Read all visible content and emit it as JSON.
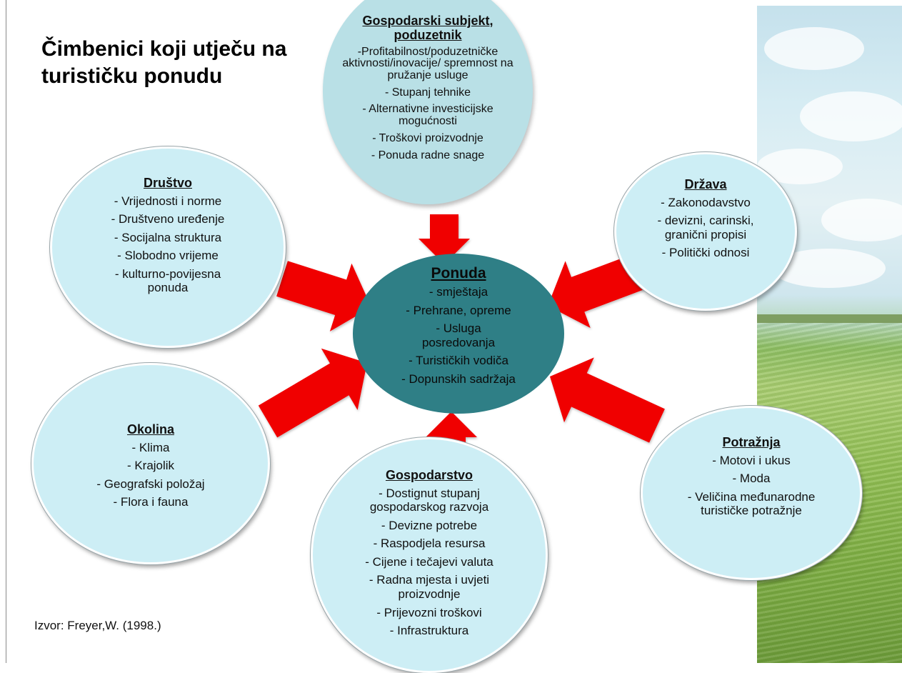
{
  "title": "Čimbenici koji utječu na turističku ponudu",
  "source": "Izvor: Freyer,W.  (1998.)",
  "colors": {
    "outer_ellipse": "#cdeef5",
    "top_ellipse": "#b9e0e6",
    "center_ellipse": "#2f7f86",
    "arrow": "#f00000"
  },
  "nodes": {
    "center": {
      "title": "Ponuda",
      "items": [
        "- smještaja",
        "- Prehrane, opreme",
        "- Usluga posredovanja",
        "- Turističkih vodiča",
        "- Dopunskih sadržaja"
      ]
    },
    "subjekt": {
      "title": "Gospodarski subjekt, poduzetnik",
      "items": [
        "-Profitabilnost/poduzetničke aktivnosti/inovacije/ spremnost na pružanje usluge",
        "- Stupanj tehnike",
        "- Alternativne investicijske mogućnosti",
        "- Troškovi proizvodnje",
        "- Ponuda radne snage"
      ]
    },
    "drustvo": {
      "title": "Društvo",
      "items": [
        "- Vrijednosti i norme",
        "- Društveno uređenje",
        "- Socijalna struktura",
        "- Slobodno vrijeme",
        "- kulturno-povijesna ponuda"
      ]
    },
    "drzava": {
      "title": "Država",
      "items": [
        "- Zakonodavstvo",
        "- devizni, carinski, granični propisi",
        "- Politički odnosi"
      ]
    },
    "okolina": {
      "title": "Okolina",
      "items": [
        "- Klima",
        "- Krajolik",
        "- Geografski položaj",
        "- Flora i fauna"
      ]
    },
    "gospodarstvo": {
      "title": "Gospodarstvo",
      "items": [
        "- Dostignut stupanj gospodarskog razvoja",
        "- Devizne potrebe",
        "- Raspodjela resursa",
        "- Cijene i tečajevi valuta",
        "- Radna mjesta i uvjeti proizvodnje",
        "- Prijevozni troškovi",
        "- Infrastruktura"
      ]
    },
    "potraznja": {
      "title": "Potražnja",
      "items": [
        "- Motovi i ukus",
        "- Moda",
        "- Veličina međunarodne turističke potražnje"
      ]
    }
  }
}
